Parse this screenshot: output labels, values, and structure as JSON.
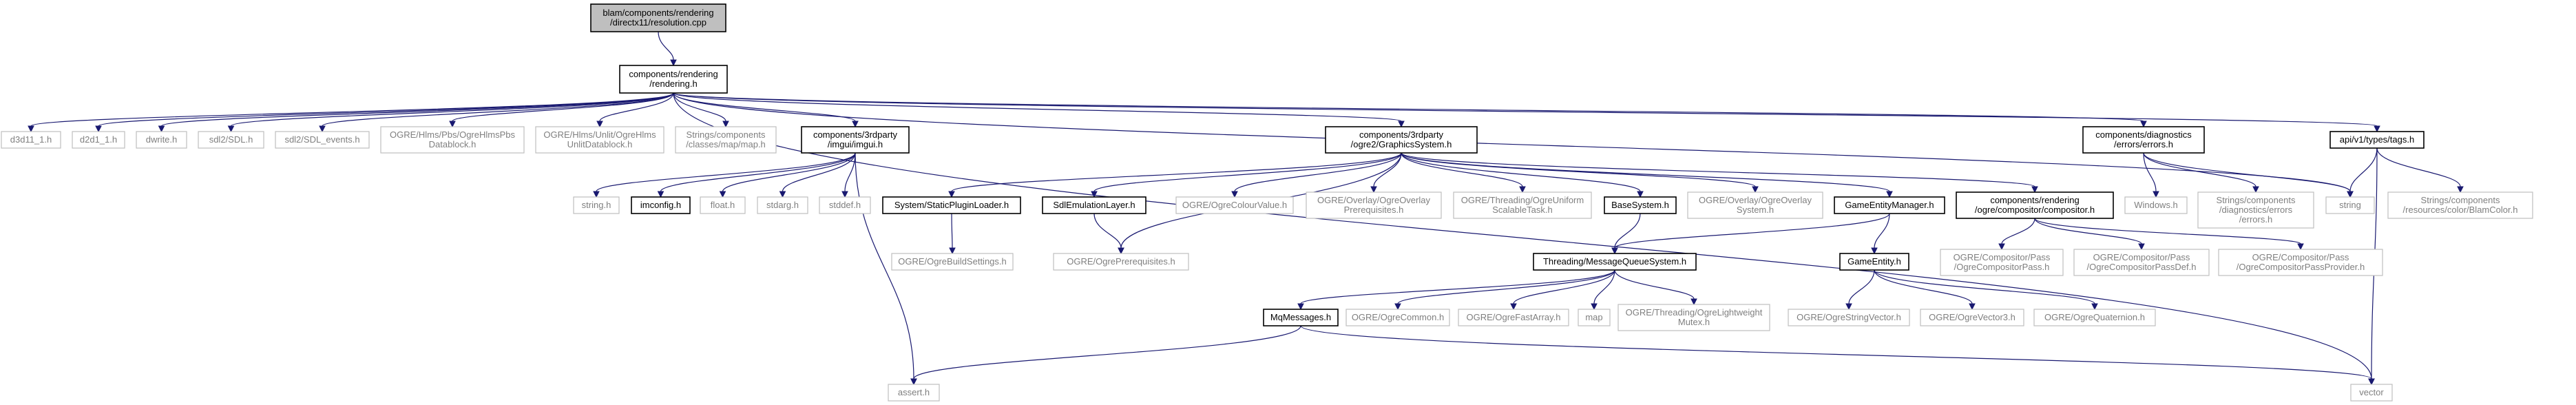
{
  "graph": {
    "nodes": [
      {
        "id": "root",
        "kind": "root",
        "lines": [
          "blam/components/rendering",
          "/directx11/resolution.cpp"
        ]
      },
      {
        "id": "rendering_h",
        "kind": "doc",
        "lines": [
          "components/rendering",
          "/rendering.h"
        ]
      },
      {
        "id": "d3d11",
        "kind": "ext",
        "lines": [
          "d3d11_1.h"
        ]
      },
      {
        "id": "d2d1",
        "kind": "ext",
        "lines": [
          "d2d1_1.h"
        ]
      },
      {
        "id": "dwrite",
        "kind": "ext",
        "lines": [
          "dwrite.h"
        ]
      },
      {
        "id": "sdl",
        "kind": "ext",
        "lines": [
          "sdl2/SDL.h"
        ]
      },
      {
        "id": "sdl_events",
        "kind": "ext",
        "lines": [
          "sdl2/SDL_events.h"
        ]
      },
      {
        "id": "hlms_pbs",
        "kind": "ext",
        "lines": [
          "OGRE/Hlms/Pbs/OgreHlmsPbs",
          "Datablock.h"
        ]
      },
      {
        "id": "hlms_unlit",
        "kind": "ext",
        "lines": [
          "OGRE/Hlms/Unlit/OgreHlms",
          "UnlitDatablock.h"
        ]
      },
      {
        "id": "map_h",
        "kind": "ext",
        "lines": [
          "Strings/components",
          "/classes/map/map.h"
        ]
      },
      {
        "id": "imgui",
        "kind": "doc",
        "lines": [
          "components/3rdparty",
          "/imgui/imgui.h"
        ]
      },
      {
        "id": "graphics",
        "kind": "doc",
        "lines": [
          "components/3rdparty",
          "/ogre2/GraphicsSystem.h"
        ]
      },
      {
        "id": "errors",
        "kind": "doc",
        "lines": [
          "components/diagnostics",
          "/errors/errors.h"
        ]
      },
      {
        "id": "tags",
        "kind": "doc",
        "lines": [
          "api/v1/types/tags.h"
        ]
      },
      {
        "id": "string_h",
        "kind": "ext",
        "lines": [
          "string.h"
        ]
      },
      {
        "id": "imconfig",
        "kind": "doc",
        "lines": [
          "imconfig.h"
        ]
      },
      {
        "id": "float_h",
        "kind": "ext",
        "lines": [
          "float.h"
        ]
      },
      {
        "id": "stdarg",
        "kind": "ext",
        "lines": [
          "stdarg.h"
        ]
      },
      {
        "id": "stddef",
        "kind": "ext",
        "lines": [
          "stddef.h"
        ]
      },
      {
        "id": "static_plugin",
        "kind": "doc",
        "lines": [
          "System/StaticPluginLoader.h"
        ]
      },
      {
        "id": "sdl_emul",
        "kind": "doc",
        "lines": [
          "SdlEmulationLayer.h"
        ]
      },
      {
        "id": "colour_value",
        "kind": "ext",
        "lines": [
          "OGRE/OgreColourValue.h"
        ]
      },
      {
        "id": "overlay_prereq",
        "kind": "ext",
        "lines": [
          "OGRE/Overlay/OgreOverlay",
          "Prerequisites.h"
        ]
      },
      {
        "id": "uniform_task",
        "kind": "ext",
        "lines": [
          "OGRE/Threading/OgreUniform",
          "ScalableTask.h"
        ]
      },
      {
        "id": "base_system",
        "kind": "doc",
        "lines": [
          "BaseSystem.h"
        ]
      },
      {
        "id": "overlay_system",
        "kind": "ext",
        "lines": [
          "OGRE/Overlay/OgreOverlay",
          "System.h"
        ]
      },
      {
        "id": "game_entity_mgr",
        "kind": "doc",
        "lines": [
          "GameEntityManager.h"
        ]
      },
      {
        "id": "compositor",
        "kind": "doc",
        "lines": [
          "components/rendering",
          "/ogre/compositor/compositor.h"
        ]
      },
      {
        "id": "windows",
        "kind": "ext",
        "lines": [
          "Windows.h"
        ]
      },
      {
        "id": "errors_str",
        "kind": "ext",
        "lines": [
          "Strings/components",
          "/diagnostics/errors",
          "/errors.h"
        ]
      },
      {
        "id": "string",
        "kind": "ext",
        "lines": [
          "string"
        ]
      },
      {
        "id": "blamcolor",
        "kind": "ext",
        "lines": [
          "Strings/components",
          "/resources/color/BlamColor.h"
        ]
      },
      {
        "id": "build_settings",
        "kind": "ext",
        "lines": [
          "OGRE/OgreBuildSettings.h"
        ]
      },
      {
        "id": "ogre_prereq",
        "kind": "ext",
        "lines": [
          "OGRE/OgrePrerequisites.h"
        ]
      },
      {
        "id": "mq_system",
        "kind": "doc",
        "lines": [
          "Threading/MessageQueueSystem.h"
        ]
      },
      {
        "id": "game_entity",
        "kind": "doc",
        "lines": [
          "GameEntity.h"
        ]
      },
      {
        "id": "comp_pass",
        "kind": "ext",
        "lines": [
          "OGRE/Compositor/Pass",
          "/OgreCompositorPass.h"
        ]
      },
      {
        "id": "comp_pass_def",
        "kind": "ext",
        "lines": [
          "OGRE/Compositor/Pass",
          "/OgreCompositorPassDef.h"
        ]
      },
      {
        "id": "comp_pass_provider",
        "kind": "ext",
        "lines": [
          "OGRE/Compositor/Pass",
          "/OgreCompositorPassProvider.h"
        ]
      },
      {
        "id": "mq_messages",
        "kind": "doc",
        "lines": [
          "MqMessages.h"
        ]
      },
      {
        "id": "ogre_common",
        "kind": "ext",
        "lines": [
          "OGRE/OgreCommon.h"
        ]
      },
      {
        "id": "fast_array",
        "kind": "ext",
        "lines": [
          "OGRE/OgreFastArray.h"
        ]
      },
      {
        "id": "map",
        "kind": "ext",
        "lines": [
          "map"
        ]
      },
      {
        "id": "lightweight_mutex",
        "kind": "ext",
        "lines": [
          "OGRE/Threading/OgreLightweight",
          "Mutex.h"
        ]
      },
      {
        "id": "string_vector",
        "kind": "ext",
        "lines": [
          "OGRE/OgreStringVector.h"
        ]
      },
      {
        "id": "vector3",
        "kind": "ext",
        "lines": [
          "OGRE/OgreVector3.h"
        ]
      },
      {
        "id": "quaternion",
        "kind": "ext",
        "lines": [
          "OGRE/OgreQuaternion.h"
        ]
      },
      {
        "id": "assert_h",
        "kind": "ext",
        "lines": [
          "assert.h"
        ]
      },
      {
        "id": "vector",
        "kind": "ext",
        "lines": [
          "vector"
        ]
      }
    ],
    "edges": [
      [
        "root",
        "rendering_h"
      ],
      [
        "rendering_h",
        "d3d11"
      ],
      [
        "rendering_h",
        "d2d1"
      ],
      [
        "rendering_h",
        "dwrite"
      ],
      [
        "rendering_h",
        "sdl"
      ],
      [
        "rendering_h",
        "sdl_events"
      ],
      [
        "rendering_h",
        "hlms_pbs"
      ],
      [
        "rendering_h",
        "hlms_unlit"
      ],
      [
        "rendering_h",
        "map_h"
      ],
      [
        "rendering_h",
        "imgui"
      ],
      [
        "rendering_h",
        "graphics"
      ],
      [
        "rendering_h",
        "errors"
      ],
      [
        "rendering_h",
        "tags"
      ],
      [
        "rendering_h",
        "string"
      ],
      [
        "rendering_h",
        "vector"
      ],
      [
        "imgui",
        "string_h"
      ],
      [
        "imgui",
        "imconfig"
      ],
      [
        "imgui",
        "float_h"
      ],
      [
        "imgui",
        "stdarg"
      ],
      [
        "imgui",
        "stddef"
      ],
      [
        "imgui",
        "assert_h"
      ],
      [
        "graphics",
        "static_plugin"
      ],
      [
        "graphics",
        "sdl_emul"
      ],
      [
        "graphics",
        "colour_value"
      ],
      [
        "graphics",
        "overlay_prereq"
      ],
      [
        "graphics",
        "uniform_task"
      ],
      [
        "graphics",
        "base_system"
      ],
      [
        "graphics",
        "overlay_system"
      ],
      [
        "graphics",
        "game_entity_mgr"
      ],
      [
        "graphics",
        "compositor"
      ],
      [
        "graphics",
        "ogre_prereq"
      ],
      [
        "errors",
        "windows"
      ],
      [
        "errors",
        "errors_str"
      ],
      [
        "errors",
        "string"
      ],
      [
        "tags",
        "string"
      ],
      [
        "tags",
        "blamcolor"
      ],
      [
        "tags",
        "vector"
      ],
      [
        "static_plugin",
        "build_settings"
      ],
      [
        "sdl_emul",
        "ogre_prereq"
      ],
      [
        "base_system",
        "mq_system"
      ],
      [
        "game_entity_mgr",
        "mq_system"
      ],
      [
        "game_entity_mgr",
        "game_entity"
      ],
      [
        "compositor",
        "comp_pass"
      ],
      [
        "compositor",
        "comp_pass_def"
      ],
      [
        "compositor",
        "comp_pass_provider"
      ],
      [
        "mq_system",
        "mq_messages"
      ],
      [
        "mq_system",
        "ogre_common"
      ],
      [
        "mq_system",
        "fast_array"
      ],
      [
        "mq_system",
        "map"
      ],
      [
        "mq_system",
        "lightweight_mutex"
      ],
      [
        "mq_messages",
        "assert_h"
      ],
      [
        "mq_messages",
        "vector"
      ],
      [
        "game_entity",
        "string_vector"
      ],
      [
        "game_entity",
        "vector3"
      ],
      [
        "game_entity",
        "quaternion"
      ]
    ]
  }
}
